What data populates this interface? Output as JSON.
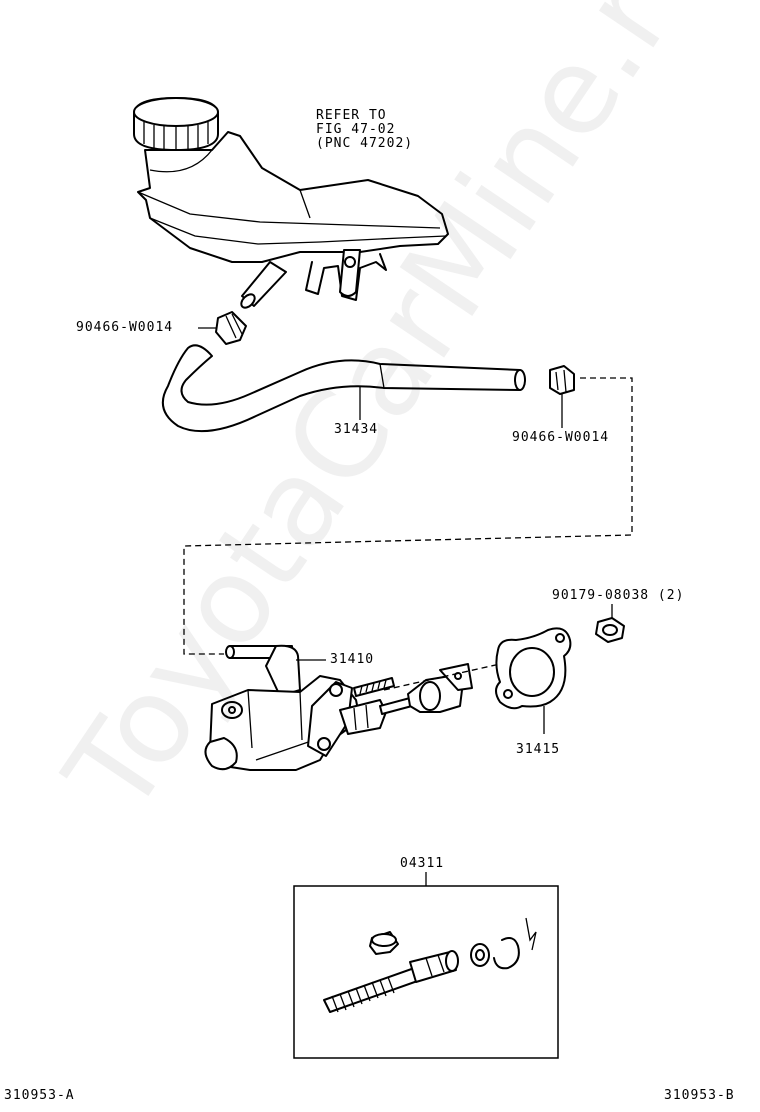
{
  "watermark": "ToyotaCarMine.ru",
  "refer_note": {
    "line1": "REFER TO",
    "line2": "FIG 47-02",
    "line3": "(PNC 47202)"
  },
  "labels": {
    "clip_upper": "90466-W0014",
    "hose": "31434",
    "clip_right": "90466-W0014",
    "nut": "90179-08038 (2)",
    "master_cylinder": "31410",
    "gasket": "31415",
    "kit": "04311"
  },
  "footer": {
    "left": "310953-A",
    "right": "310953-B"
  }
}
